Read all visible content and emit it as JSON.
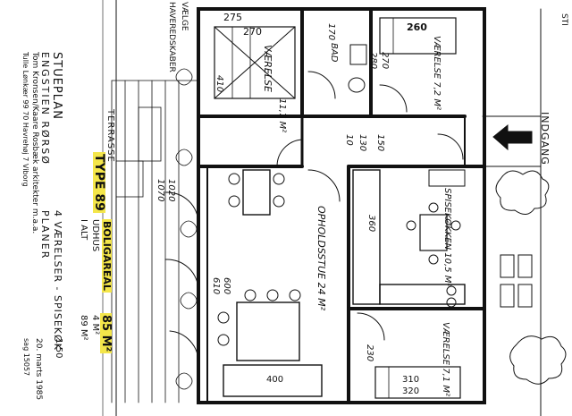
{
  "plan": {
    "colors": {
      "ink": "#111111",
      "highlight": "#f4e64a",
      "paper": "#ffffff"
    },
    "rooms": {
      "vaerelse_top": {
        "name": "VÆRELSE",
        "dims": [
          "275",
          "270"
        ],
        "side": "410",
        "area": "11,7 M²"
      },
      "bad": {
        "name": "BAD",
        "dim": "170"
      },
      "vaerelse_small": {
        "name": "VÆRELSE 7,2 M²",
        "dims": [
          "260",
          "270",
          "280"
        ]
      },
      "hall": {
        "dims": [
          "150",
          "130"
        ],
        "left": "10"
      },
      "opholdsstue": {
        "name": "OPHOLDSSTUE 24 M²",
        "dims": [
          "600",
          "610"
        ],
        "bottom": "400"
      },
      "kitchen": {
        "name": "SPISEKØKKEN 10,5 M²",
        "dim": "360"
      },
      "vaerelse_bottom": {
        "name": "VÆRELSE 7,1 M²",
        "dims": [
          "230",
          "310",
          "320"
        ]
      },
      "terrace": {
        "label": "TERRASSE",
        "dims": [
          "1020",
          "1070"
        ]
      }
    },
    "entrance": "INDGANG",
    "title": {
      "line1": "STUEPLAN",
      "line2": "ENGSTIEN RØRSØ",
      "line3": "Tom Kronsen/Kaare Rosbæk   arkitekter m.a.a.",
      "line4": "Tulle Lønkær  99 70 Havrehøj 7  Viborg",
      "type": "TYPE 89",
      "desc1": "4 VÆRELSER - SPISEKØK",
      "desc2": "PLANER",
      "bolig_label": "BOLIGAREAL",
      "bolig_val": "85 M²",
      "udhus_label": "UDHUS",
      "udhus_val": "4 M²",
      "ialt_label": "I ALT",
      "ialt_val": "89 M²",
      "scale": "1:50",
      "date": "20. marts 1985",
      "ref": "sag 15057"
    },
    "edge_top": "VÆLGE",
    "edge_top2": "HAVEREDSKABER",
    "edge_right": "STI"
  }
}
